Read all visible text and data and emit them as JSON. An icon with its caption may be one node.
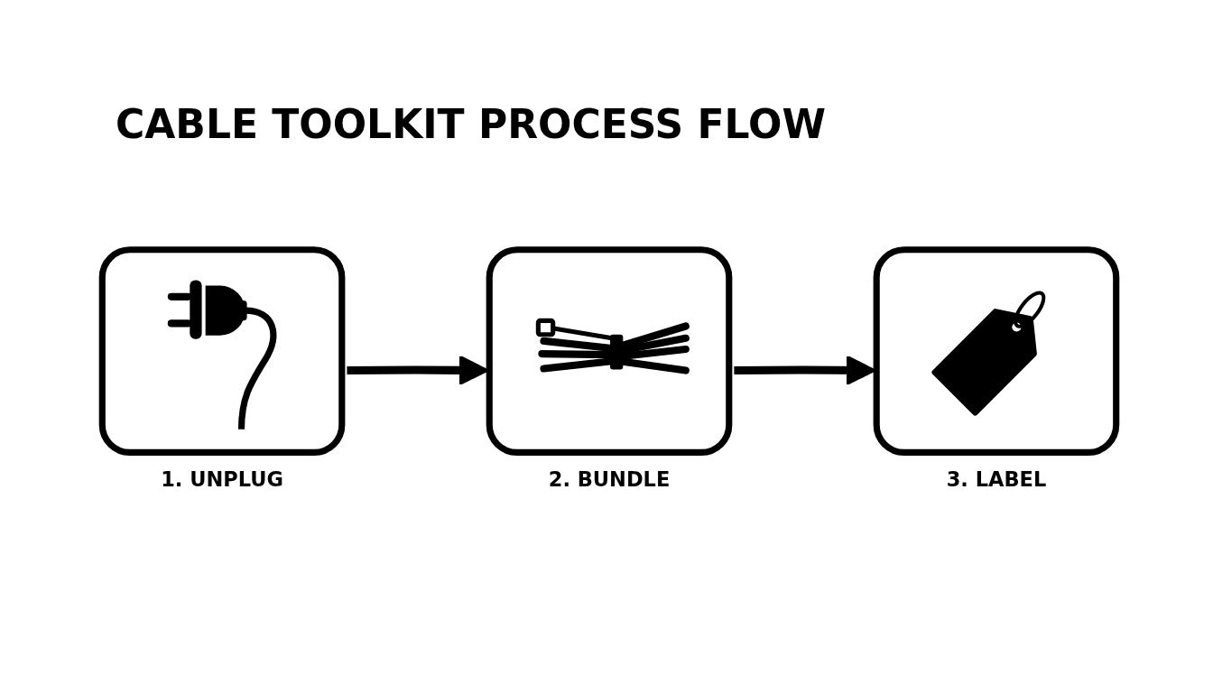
{
  "diagram": {
    "title": "CABLE TOOLKIT PROCESS FLOW",
    "nodes": [
      {
        "text": [
          "1. UNPLUG"
        ]
      },
      {
        "text": [
          "2. BUNDLE"
        ]
      },
      {
        "text": [
          "3. LABEL"
        ]
      }
    ],
    "edges": [
      {
        "from": 0,
        "to": 1,
        "arrow": "to"
      },
      {
        "from": 1,
        "to": 2,
        "arrow": "to"
      }
    ]
  }
}
